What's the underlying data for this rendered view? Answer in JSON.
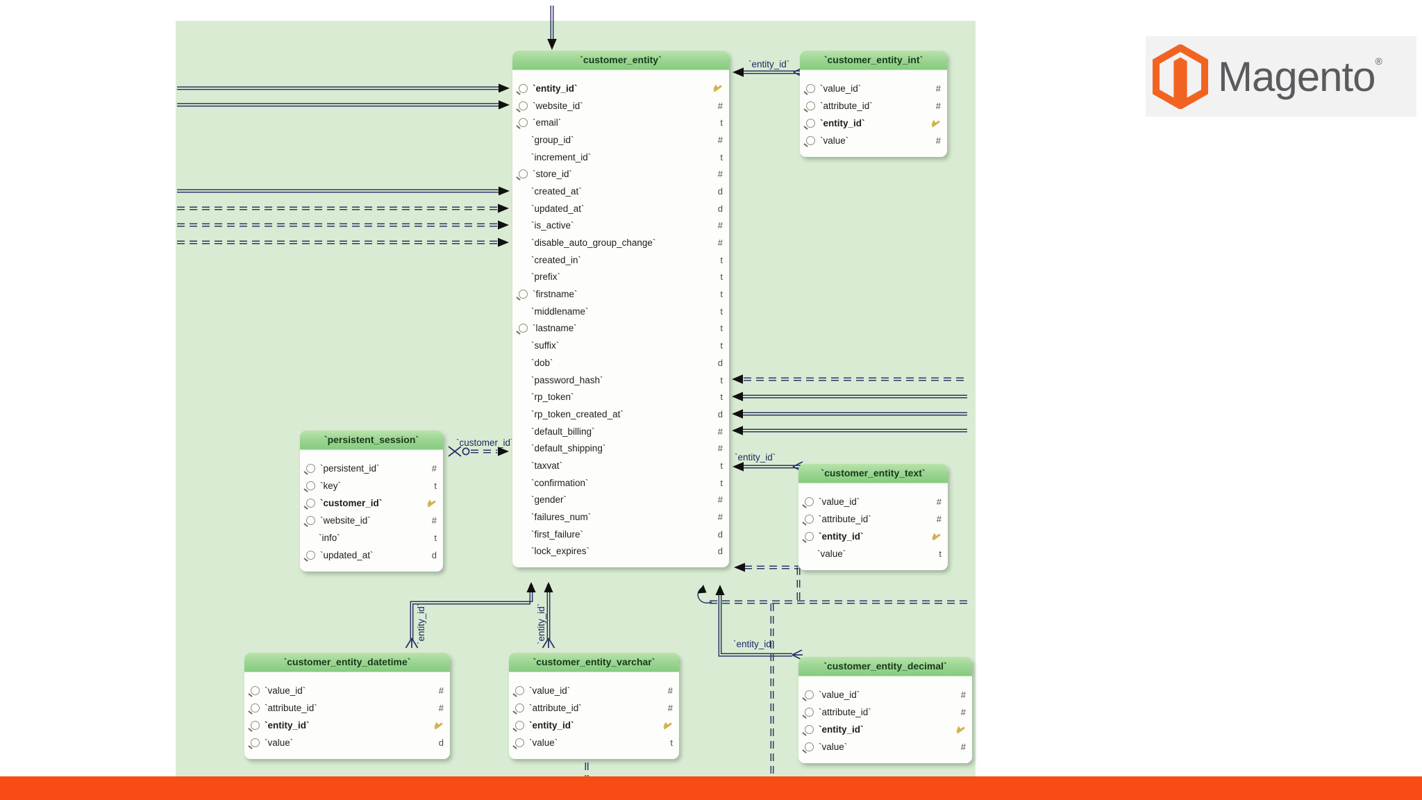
{
  "logo": {
    "name": "Magento",
    "registered_mark": "®",
    "brand_color": "#f26322"
  },
  "colors": {
    "diagram_bg": "#d9ecd3",
    "table_header_green": "#9ed695",
    "wire_navy": "#2b3566",
    "key_gold": "#d3b14c",
    "accent_bar": "#f94b14"
  },
  "tables": [
    {
      "id": "customer_entity",
      "title": "`customer_entity`",
      "fields": [
        {
          "icon": "search",
          "name": "`entity_id`",
          "type": "key"
        },
        {
          "icon": "search",
          "name": "`website_id`",
          "type": "#"
        },
        {
          "icon": "search",
          "name": "`email`",
          "type": "t"
        },
        {
          "icon": "",
          "name": "`group_id`",
          "type": "#"
        },
        {
          "icon": "",
          "name": "`increment_id`",
          "type": "t"
        },
        {
          "icon": "search",
          "name": "`store_id`",
          "type": "#"
        },
        {
          "icon": "",
          "name": "`created_at`",
          "type": "d"
        },
        {
          "icon": "",
          "name": "`updated_at`",
          "type": "d"
        },
        {
          "icon": "",
          "name": "`is_active`",
          "type": "#"
        },
        {
          "icon": "",
          "name": "`disable_auto_group_change`",
          "type": "#"
        },
        {
          "icon": "",
          "name": "`created_in`",
          "type": "t"
        },
        {
          "icon": "",
          "name": "`prefix`",
          "type": "t"
        },
        {
          "icon": "search",
          "name": "`firstname`",
          "type": "t"
        },
        {
          "icon": "",
          "name": "`middlename`",
          "type": "t"
        },
        {
          "icon": "search",
          "name": "`lastname`",
          "type": "t"
        },
        {
          "icon": "",
          "name": "`suffix`",
          "type": "t"
        },
        {
          "icon": "",
          "name": "`dob`",
          "type": "d"
        },
        {
          "icon": "",
          "name": "`password_hash`",
          "type": "t"
        },
        {
          "icon": "",
          "name": "`rp_token`",
          "type": "t"
        },
        {
          "icon": "",
          "name": "`rp_token_created_at`",
          "type": "d"
        },
        {
          "icon": "",
          "name": "`default_billing`",
          "type": "#"
        },
        {
          "icon": "",
          "name": "`default_shipping`",
          "type": "#"
        },
        {
          "icon": "",
          "name": "`taxvat`",
          "type": "t"
        },
        {
          "icon": "",
          "name": "`confirmation`",
          "type": "t"
        },
        {
          "icon": "",
          "name": "`gender`",
          "type": "#"
        },
        {
          "icon": "",
          "name": "`failures_num`",
          "type": "#"
        },
        {
          "icon": "",
          "name": "`first_failure`",
          "type": "d"
        },
        {
          "icon": "",
          "name": "`lock_expires`",
          "type": "d"
        }
      ]
    },
    {
      "id": "customer_entity_int",
      "title": "`customer_entity_int`",
      "fields": [
        {
          "icon": "search",
          "name": "`value_id`",
          "type": "#"
        },
        {
          "icon": "search",
          "name": "`attribute_id`",
          "type": "#"
        },
        {
          "icon": "search",
          "name": "`entity_id`",
          "type": "key"
        },
        {
          "icon": "search",
          "name": "`value`",
          "type": "#"
        }
      ]
    },
    {
      "id": "persistent_session",
      "title": "`persistent_session`",
      "fields": [
        {
          "icon": "search",
          "name": "`persistent_id`",
          "type": "#"
        },
        {
          "icon": "search",
          "name": "`key`",
          "type": "t"
        },
        {
          "icon": "search",
          "name": "`customer_id`",
          "type": "key"
        },
        {
          "icon": "search",
          "name": "`website_id`",
          "type": "#"
        },
        {
          "icon": "",
          "name": "`info`",
          "type": "t"
        },
        {
          "icon": "search",
          "name": "`updated_at`",
          "type": "d"
        }
      ]
    },
    {
      "id": "customer_entity_text",
      "title": "`customer_entity_text`",
      "fields": [
        {
          "icon": "search",
          "name": "`value_id`",
          "type": "#"
        },
        {
          "icon": "search",
          "name": "`attribute_id`",
          "type": "#"
        },
        {
          "icon": "search",
          "name": "`entity_id`",
          "type": "key"
        },
        {
          "icon": "",
          "name": "`value`",
          "type": "t"
        }
      ]
    },
    {
      "id": "customer_entity_datetime",
      "title": "`customer_entity_datetime`",
      "fields": [
        {
          "icon": "search",
          "name": "`value_id`",
          "type": "#"
        },
        {
          "icon": "search",
          "name": "`attribute_id`",
          "type": "#"
        },
        {
          "icon": "search",
          "name": "`entity_id`",
          "type": "key"
        },
        {
          "icon": "search",
          "name": "`value`",
          "type": "d"
        }
      ]
    },
    {
      "id": "customer_entity_varchar",
      "title": "`customer_entity_varchar`",
      "fields": [
        {
          "icon": "search",
          "name": "`value_id`",
          "type": "#"
        },
        {
          "icon": "search",
          "name": "`attribute_id`",
          "type": "#"
        },
        {
          "icon": "search",
          "name": "`entity_id`",
          "type": "key"
        },
        {
          "icon": "search",
          "name": "`value`",
          "type": "t"
        }
      ]
    },
    {
      "id": "customer_entity_decimal",
      "title": "`customer_entity_decimal`",
      "fields": [
        {
          "icon": "search",
          "name": "`value_id`",
          "type": "#"
        },
        {
          "icon": "search",
          "name": "`attribute_id`",
          "type": "#"
        },
        {
          "icon": "search",
          "name": "`entity_id`",
          "type": "key"
        },
        {
          "icon": "search",
          "name": "`value`",
          "type": "#"
        }
      ]
    }
  ],
  "connector_labels": {
    "int": "`entity_id`",
    "session": "`customer_id`",
    "text": "`entity_id`",
    "datetime": "`entity_id`",
    "varchar": "`entity_id`",
    "decimal": "`entity_id`"
  }
}
